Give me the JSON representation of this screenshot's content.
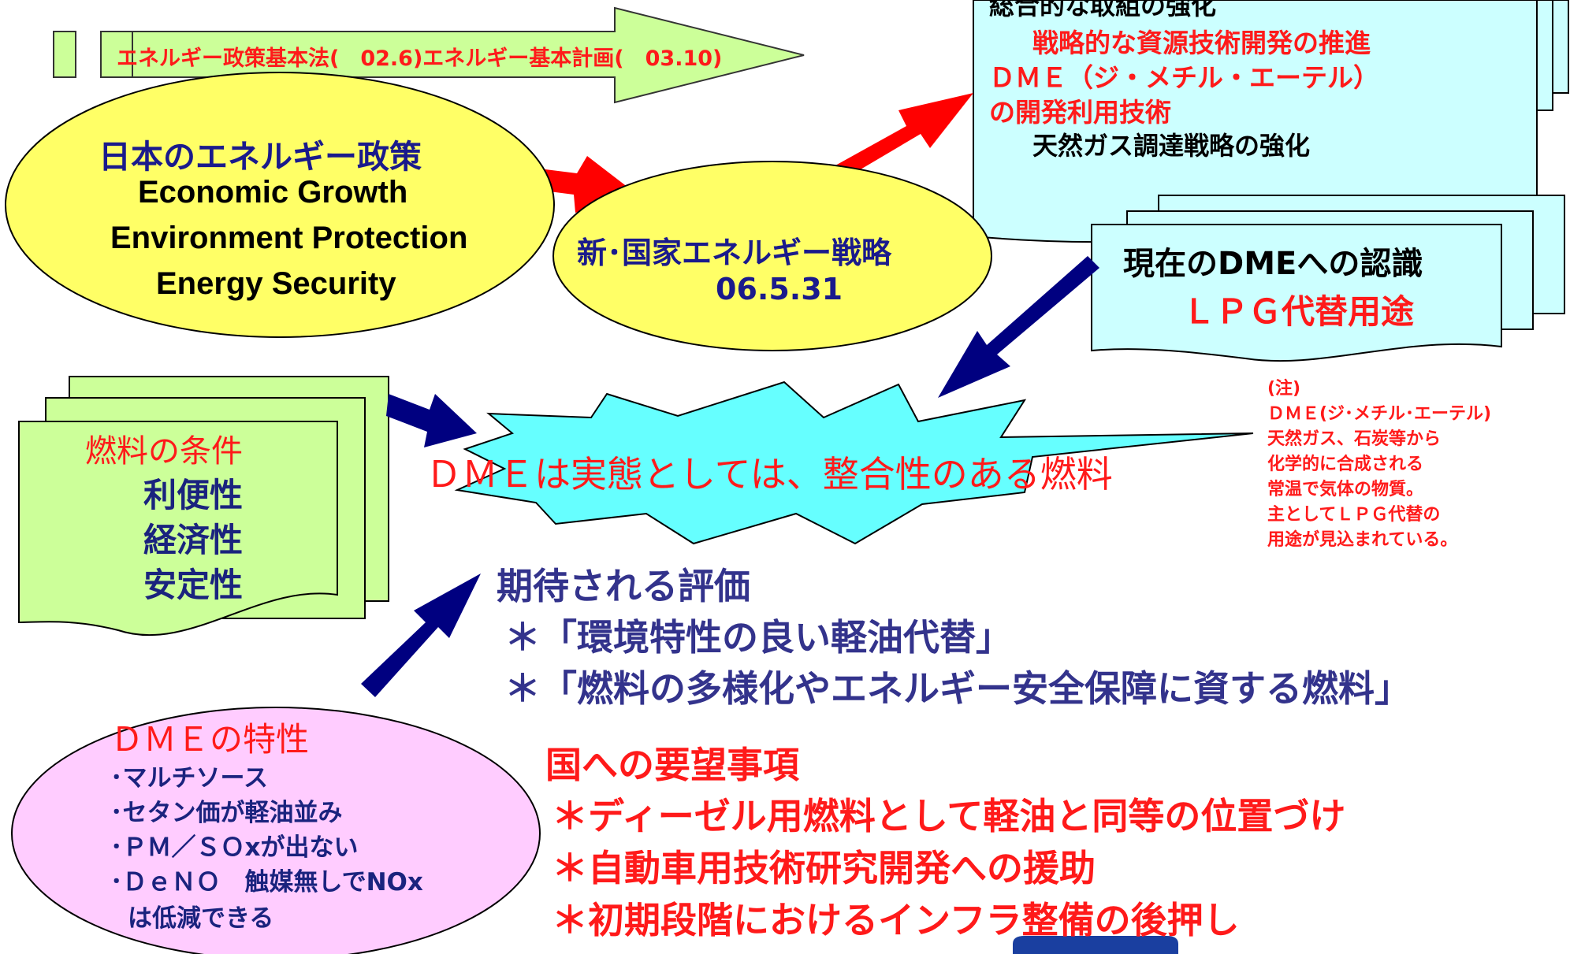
{
  "law_banner": {
    "text": "エネルギー政策基本法(　02.6)エネルギー基本計画(　03.10)"
  },
  "policy_ellipse": {
    "title": "日本のエネルギー政策",
    "lines": [
      "Economic Growth",
      "Environment Protection",
      "Energy Security"
    ]
  },
  "strategy_ellipse": {
    "title": "新･国家エネルギー戦略",
    "date": "06.5.31"
  },
  "strategy_box": {
    "partial_heading": "総合的な取組の強化",
    "lines": [
      "戦略的な資源技術開発の推進",
      "ＤＭＥ（ジ・メチル・エーテル）",
      "の開発利用技術",
      "天然ガス調達戦略の強化"
    ]
  },
  "recognition_box": {
    "title": "現在のDMEへの認識",
    "subtitle": "ＬＰＧ代替用途"
  },
  "fuel_conditions": {
    "title": "燃料の条件",
    "items": [
      "利便性",
      "経済性",
      "安定性"
    ]
  },
  "burst": {
    "text": "ＤＭＥは実態としては、整合性のある燃料"
  },
  "note": {
    "lines": [
      "(注)",
      "ＤＭＥ(ジ･メチル･エーテル)",
      "天然ガス、石炭等から",
      "化学的に合成される",
      "常温で気体の物質。",
      "主としてＬＰＧ代替の",
      "用途が見込まれている。"
    ]
  },
  "evaluation": {
    "title": "期待される評価",
    "items": [
      "＊「環境特性の良い軽油代替」",
      "＊「燃料の多様化やエネルギー安全保障に資する燃料」"
    ]
  },
  "dme_properties": {
    "title": "ＤＭＥの特性",
    "items": [
      "･マルチソース",
      "･セタン価が軽油並み",
      "･ＰＭ／ＳＯxが出ない",
      "･ＤｅＮＯ　触媒無しでNOx",
      "は低減できる"
    ]
  },
  "requests": {
    "title": "国への要望事項",
    "items": [
      "＊ディーゼル用燃料として軽油と同等の位置づけ",
      "＊自動車用技術研究開発への援助",
      "＊初期段階におけるインフラ整備の後押し"
    ]
  },
  "colors": {
    "yellow": "#ffff66",
    "light_green": "#ccff99",
    "light_cyan": "#ccffff",
    "burst_cyan": "#66ffff",
    "pink": "#ffccff",
    "red_arrow": "#ff0000",
    "navy_arrow": "#000080"
  }
}
